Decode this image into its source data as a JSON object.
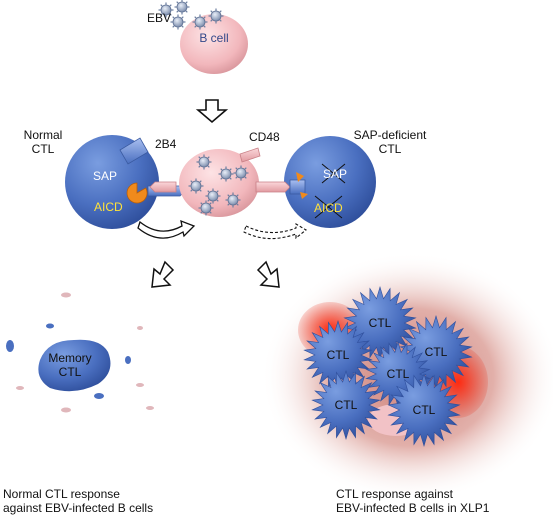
{
  "labels": {
    "ebv": "EBV",
    "b_cell": "B cell",
    "normal_ctl_line1": "Normal",
    "normal_ctl_line2": "CTL",
    "two_b4": "2B4",
    "cd48": "CD48",
    "sap_deficient_line1": "SAP-deficient",
    "sap_deficient_line2": "CTL",
    "sap": "SAP",
    "aicd": "AICD",
    "memory_ctl_line1": "Memory",
    "memory_ctl_line2": "CTL",
    "ctl": "CTL",
    "caption_left_line1": "Normal CTL response",
    "caption_left_line2": "against EBV-infected B cells",
    "caption_right_line1": "CTL response against",
    "caption_right_line2": "EBV-infected B cells in XLP1"
  },
  "colors": {
    "ctl_blue": "#4a6fc0",
    "b_cell_pink": "#f2b9bd",
    "aicd_yellow": "#ffe23a",
    "sap_orange": "#f08a1c",
    "inflammation_red": "#e8341f"
  }
}
